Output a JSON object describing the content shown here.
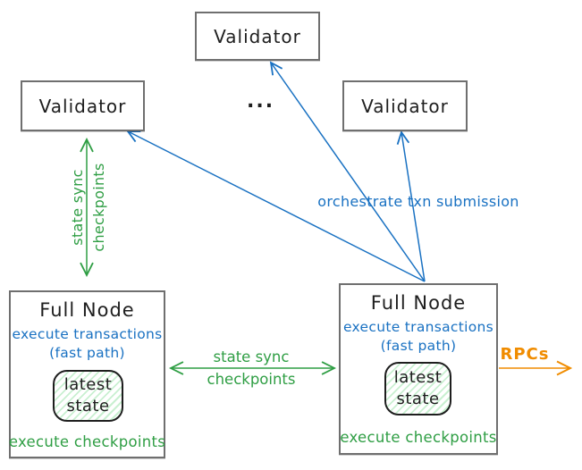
{
  "diagram": {
    "validators": {
      "top": "Validator",
      "left": "Validator",
      "right": "Validator",
      "ellipsis": "..."
    },
    "full_node_left": {
      "title": "Full Node",
      "execute_transactions": "execute transactions",
      "fast_path": "(fast path)",
      "latest_state_line1": "latest",
      "latest_state_line2": "state",
      "execute_checkpoints": "execute checkpoints"
    },
    "full_node_right": {
      "title": "Full Node",
      "execute_transactions": "execute transactions",
      "fast_path": "(fast path)",
      "latest_state_line1": "latest",
      "latest_state_line2": "state",
      "execute_checkpoints": "execute checkpoints"
    },
    "edges": {
      "state_sync_vertical_line1": "state sync",
      "state_sync_vertical_line2": "checkpoints",
      "state_sync_horizontal_line1": "state sync",
      "state_sync_horizontal_line2": "checkpoints",
      "orchestrate_label": "orchestrate txn submission",
      "rpcs_label": "RPCs"
    },
    "colors": {
      "blue": "#1971c2",
      "green": "#2f9e44",
      "orange": "#f08c00",
      "ink": "#1e1e1e",
      "box_border": "#6f6f6f",
      "state_hatch": "#c9f0d1"
    }
  }
}
